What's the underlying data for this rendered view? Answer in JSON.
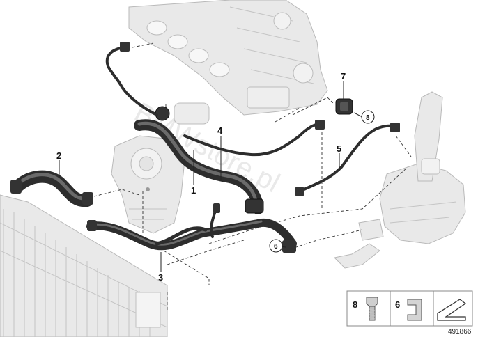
{
  "callouts": {
    "c1": "1",
    "c2": "2",
    "c3": "3",
    "c4": "4",
    "c5": "5",
    "c6": "6",
    "c7": "7",
    "c8": "8"
  },
  "legend": {
    "item8_number": "8",
    "item6_number": "6",
    "item8_icon": "bolt-icon",
    "item6_icon": "clip-icon",
    "arrow_icon": "direction-arrow-icon"
  },
  "watermark": "BMWstore.pl",
  "diagram_id": "491866",
  "colors": {
    "hose": "#2d2d2d",
    "ghost_parts": "#e9e9e9",
    "ghost_outline": "#b9b9b9"
  }
}
